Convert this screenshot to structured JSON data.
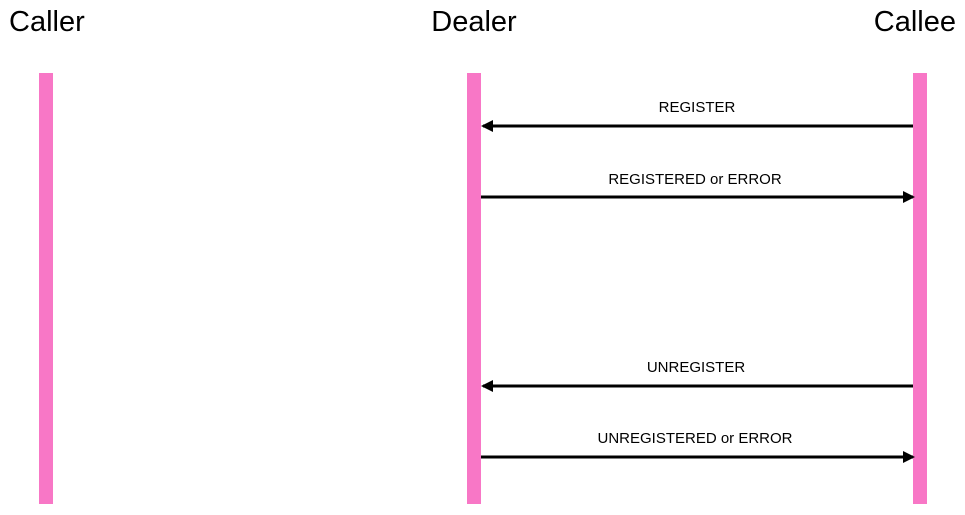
{
  "participants": {
    "caller": "Caller",
    "dealer": "Dealer",
    "callee": "Callee"
  },
  "messages": {
    "register": "REGISTER",
    "registered_or_error": "REGISTERED or ERROR",
    "unregister": "UNREGISTER",
    "unregistered_or_error": "UNREGISTERED or ERROR"
  },
  "colors": {
    "lifeline": "#f877c6",
    "arrow": "#000000",
    "text": "#000000"
  }
}
